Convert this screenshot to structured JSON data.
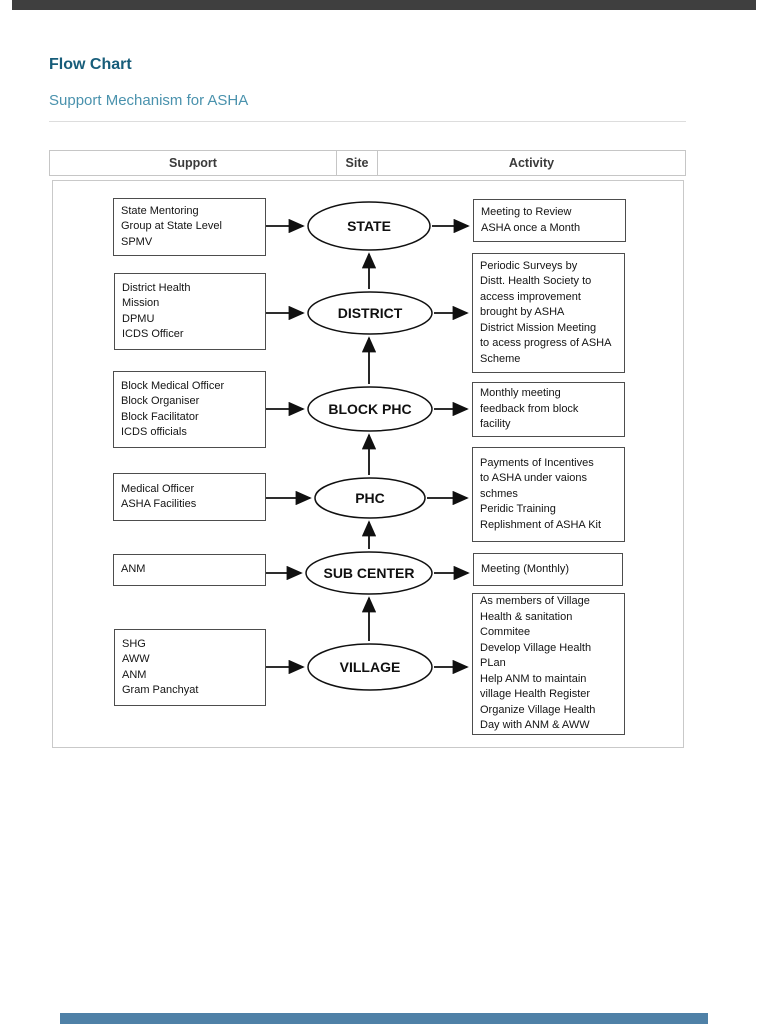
{
  "page": {
    "title": "Flow Chart",
    "subtitle": "Support Mechanism for ASHA"
  },
  "table": {
    "columns": [
      "Support",
      "Site",
      "Activity"
    ]
  },
  "diagram": {
    "flow_direction": "upward: VILLAGE to STATE",
    "rows": [
      {
        "site": "STATE",
        "support": "State Mentoring\nGroup at State Level\nSPMV",
        "activity": "Meeting to Review\nASHA once a Month"
      },
      {
        "site": "DISTRICT",
        "support": "District Health\nMission\nDPMU\nICDS Officer",
        "activity": "Periodic Surveys by\nDistt. Health Society to\naccess improvement\nbrought by ASHA\nDistrict Mission Meeting\nto acess progress of ASHA\nScheme"
      },
      {
        "site": "BLOCK PHC",
        "support": "Block Medical Officer\nBlock Organiser\nBlock Facilitator\nICDS officials",
        "activity": "Monthly meeting\nfeedback from block\nfacility"
      },
      {
        "site": "PHC",
        "support": "Medical Officer\nASHA Facilities",
        "activity": "Payments of Incentives\nto ASHA under vaions\nschmes\nPeridic Training\nReplishment of ASHA Kit"
      },
      {
        "site": "SUB CENTER",
        "support": "ANM",
        "activity": "Meeting (Monthly)"
      },
      {
        "site": "VILLAGE",
        "support": "SHG\nAWW\nANM\nGram Panchyat",
        "activity": "As members of Village\nHealth & sanitation\nCommitee\nDevelop Village Health\nPLan\nHelp ANM to maintain\nvillage Health Register\nOrganize Village Health\nDay with ANM & AWW"
      }
    ]
  },
  "colors": {
    "heading": "#175d7a",
    "subheading": "#4a92ad",
    "table_border": "#c6c6c6",
    "diagram_stroke": "#101010",
    "top_bar": "#3f3f3f",
    "bottom_bar": "#4f81a7"
  }
}
